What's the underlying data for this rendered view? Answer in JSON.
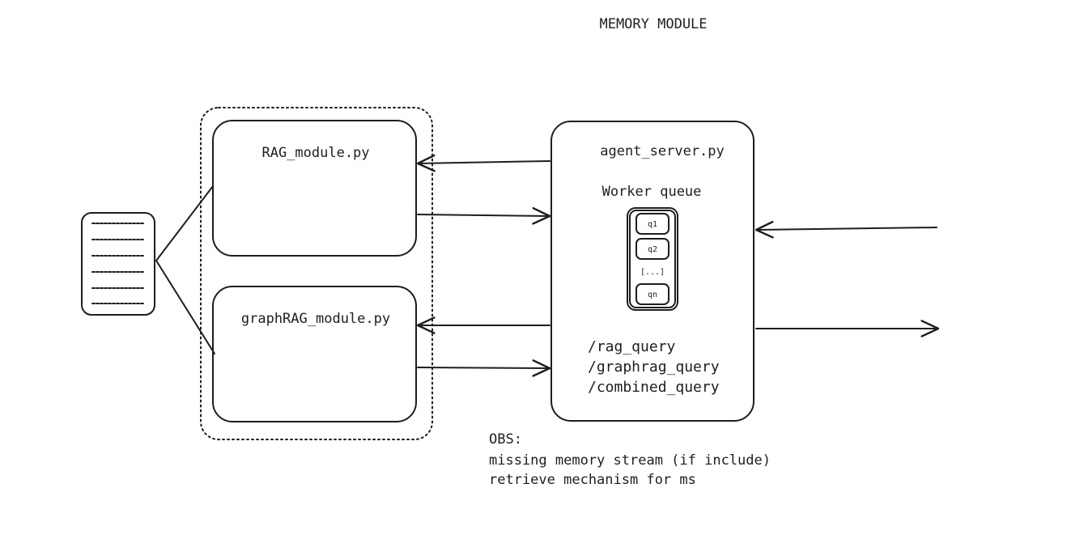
{
  "diagram": {
    "title": "MEMORY MODULE",
    "rag_module": {
      "label": "RAG_module.py"
    },
    "graphrag_module": {
      "label": "graphRAG_module.py"
    },
    "agent_server": {
      "label": "agent_server.py",
      "queue_label": "Worker queue",
      "queue_items": [
        "q1",
        "q2",
        "[...]",
        "qn"
      ],
      "endpoints": [
        "/rag_query",
        "/graphrag_query",
        "/combined_query"
      ]
    },
    "notes": {
      "heading": "OBS:",
      "lines": [
        "missing memory stream (if include)",
        "retrieve mechanism for ms"
      ]
    },
    "stroke_color": "#1e1e1e",
    "background_color": "#ffffff",
    "document_icon": "document-icon"
  }
}
